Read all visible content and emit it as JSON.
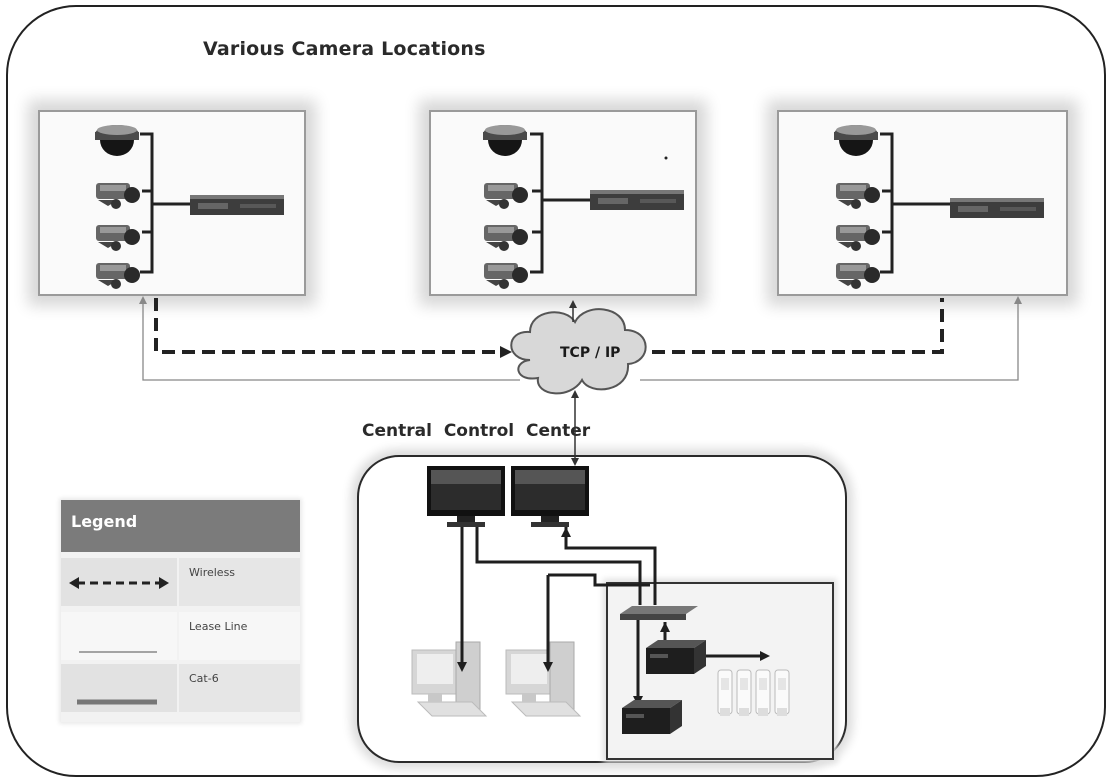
{
  "title": "Various Camera Locations",
  "network_label": "TCP / IP",
  "control_center_label": "Central Control Center",
  "legend": {
    "heading": "Legend",
    "items": [
      {
        "label": "Wireless",
        "style": "dashed-arrow"
      },
      {
        "label": "Lease Line",
        "style": "thin-line"
      },
      {
        "label": "Cat-6",
        "style": "thick-line"
      }
    ]
  },
  "colors": {
    "frame": "#222222",
    "legend_header": "#7b7b7b",
    "device": "#3a3a3a",
    "cloud": "#d8d8d8"
  },
  "camera_sites": [
    {
      "cameras": [
        "dome-camera",
        "box-camera",
        "box-camera",
        "box-camera"
      ],
      "device": "network-video-recorder"
    },
    {
      "cameras": [
        "dome-camera",
        "box-camera",
        "box-camera",
        "box-camera"
      ],
      "device": "network-video-recorder"
    },
    {
      "cameras": [
        "dome-camera",
        "box-camera",
        "box-camera",
        "box-camera"
      ],
      "device": "network-video-recorder"
    }
  ],
  "control_center": {
    "monitors": 2,
    "workstations": 2,
    "switch": "network-switch",
    "servers": 2,
    "storage_drives": 4
  }
}
